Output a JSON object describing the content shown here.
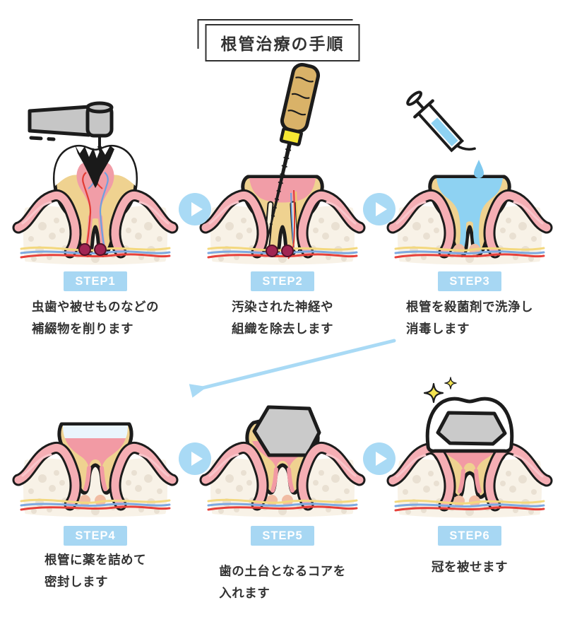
{
  "title": "根管治療の手順",
  "colors": {
    "accent_blue": "#A7D7F3",
    "arrow_blue": "#A9DAF5",
    "badge_text": "#FFFFFF",
    "outline_black": "#1C1C1C",
    "dentin_yellow": "#EFD290",
    "pulp_pink": "#F19DA7",
    "gum_pink": "#F5AEB4",
    "bone_beige": "#F8F2E7",
    "disinfectant_blue": "#8ED2F2",
    "core_gray": "#CACACA"
  },
  "icons": {
    "next_step": "play-circle-arrow",
    "wrap_row": "diagonal-arrow-down-left",
    "step1_tool": "dental-handpiece",
    "step2_tool": "root-canal-file",
    "step3_tool": "syringe",
    "step6_deco": "sparkles"
  },
  "steps": [
    {
      "label": "STEP1",
      "caption_lines": [
        "虫歯や被せものなどの",
        "補綴物を削ります"
      ]
    },
    {
      "label": "STEP2",
      "caption_lines": [
        "汚染された神経や",
        "組織を除去します"
      ]
    },
    {
      "label": "STEP3",
      "caption_lines": [
        "根管を殺菌剤で洗浄し",
        "消毒します"
      ]
    },
    {
      "label": "STEP4",
      "caption_lines": [
        "根管に薬を詰めて",
        "密封します"
      ]
    },
    {
      "label": "STEP5",
      "caption_lines": [
        "歯の土台となるコアを",
        "入れます"
      ]
    },
    {
      "label": "STEP6",
      "caption_lines": [
        "冠を被せます"
      ]
    }
  ]
}
